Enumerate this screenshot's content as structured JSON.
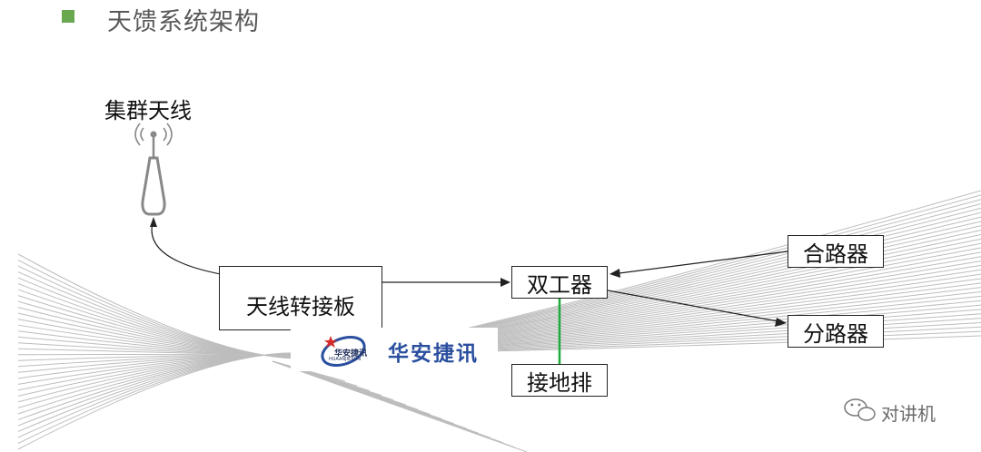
{
  "title": "天馈系统架构",
  "antenna_label": "集群天线",
  "nodes": {
    "adapter": "天线转接板",
    "duplexer": "双工器",
    "combiner": "合路器",
    "splitter": "分路器",
    "ground": "接地排"
  },
  "logo": {
    "name": "华安捷讯",
    "small_name": "华安捷讯",
    "small_pinyin": "HUAANJIEXUN"
  },
  "watermark": "对讲机",
  "colors": {
    "bullet": "#6aa84f",
    "ground_link": "#1faa3a",
    "logo_blue": "#2a4f9e",
    "fan_lines": "#bdbdbd"
  }
}
